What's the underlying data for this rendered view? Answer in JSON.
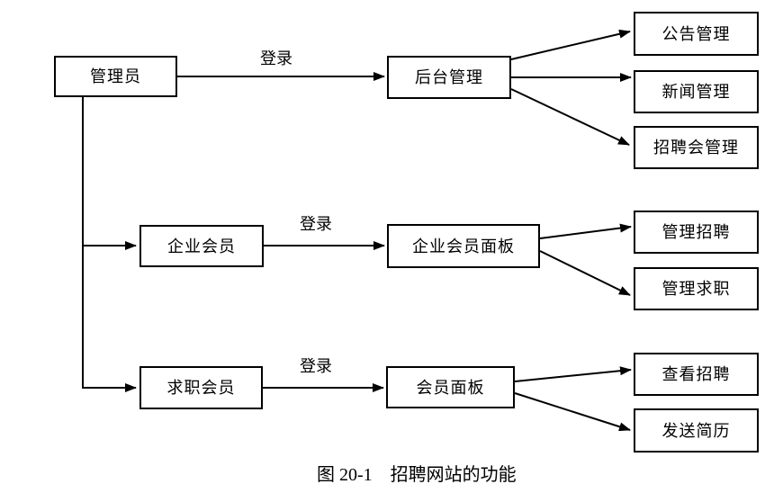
{
  "diagram": {
    "caption": "图 20-1　招聘网站的功能",
    "colors": {
      "line": "#000000",
      "box_border": "#000000",
      "background": "#ffffff",
      "text": "#000000"
    },
    "nodes": {
      "admin": "管理员",
      "backend": "后台管理",
      "announcement": "公告管理",
      "news": "新闻管理",
      "job_fair": "招聘会管理",
      "enterprise_member": "企业会员",
      "enterprise_panel": "企业会员面板",
      "manage_recruit": "管理招聘",
      "manage_jobseek": "管理求职",
      "jobseeker_member": "求职会员",
      "member_panel": "会员面板",
      "view_recruit": "查看招聘",
      "send_resume": "发送简历"
    },
    "edge_labels": [
      "登录",
      "登录",
      "登录"
    ]
  }
}
